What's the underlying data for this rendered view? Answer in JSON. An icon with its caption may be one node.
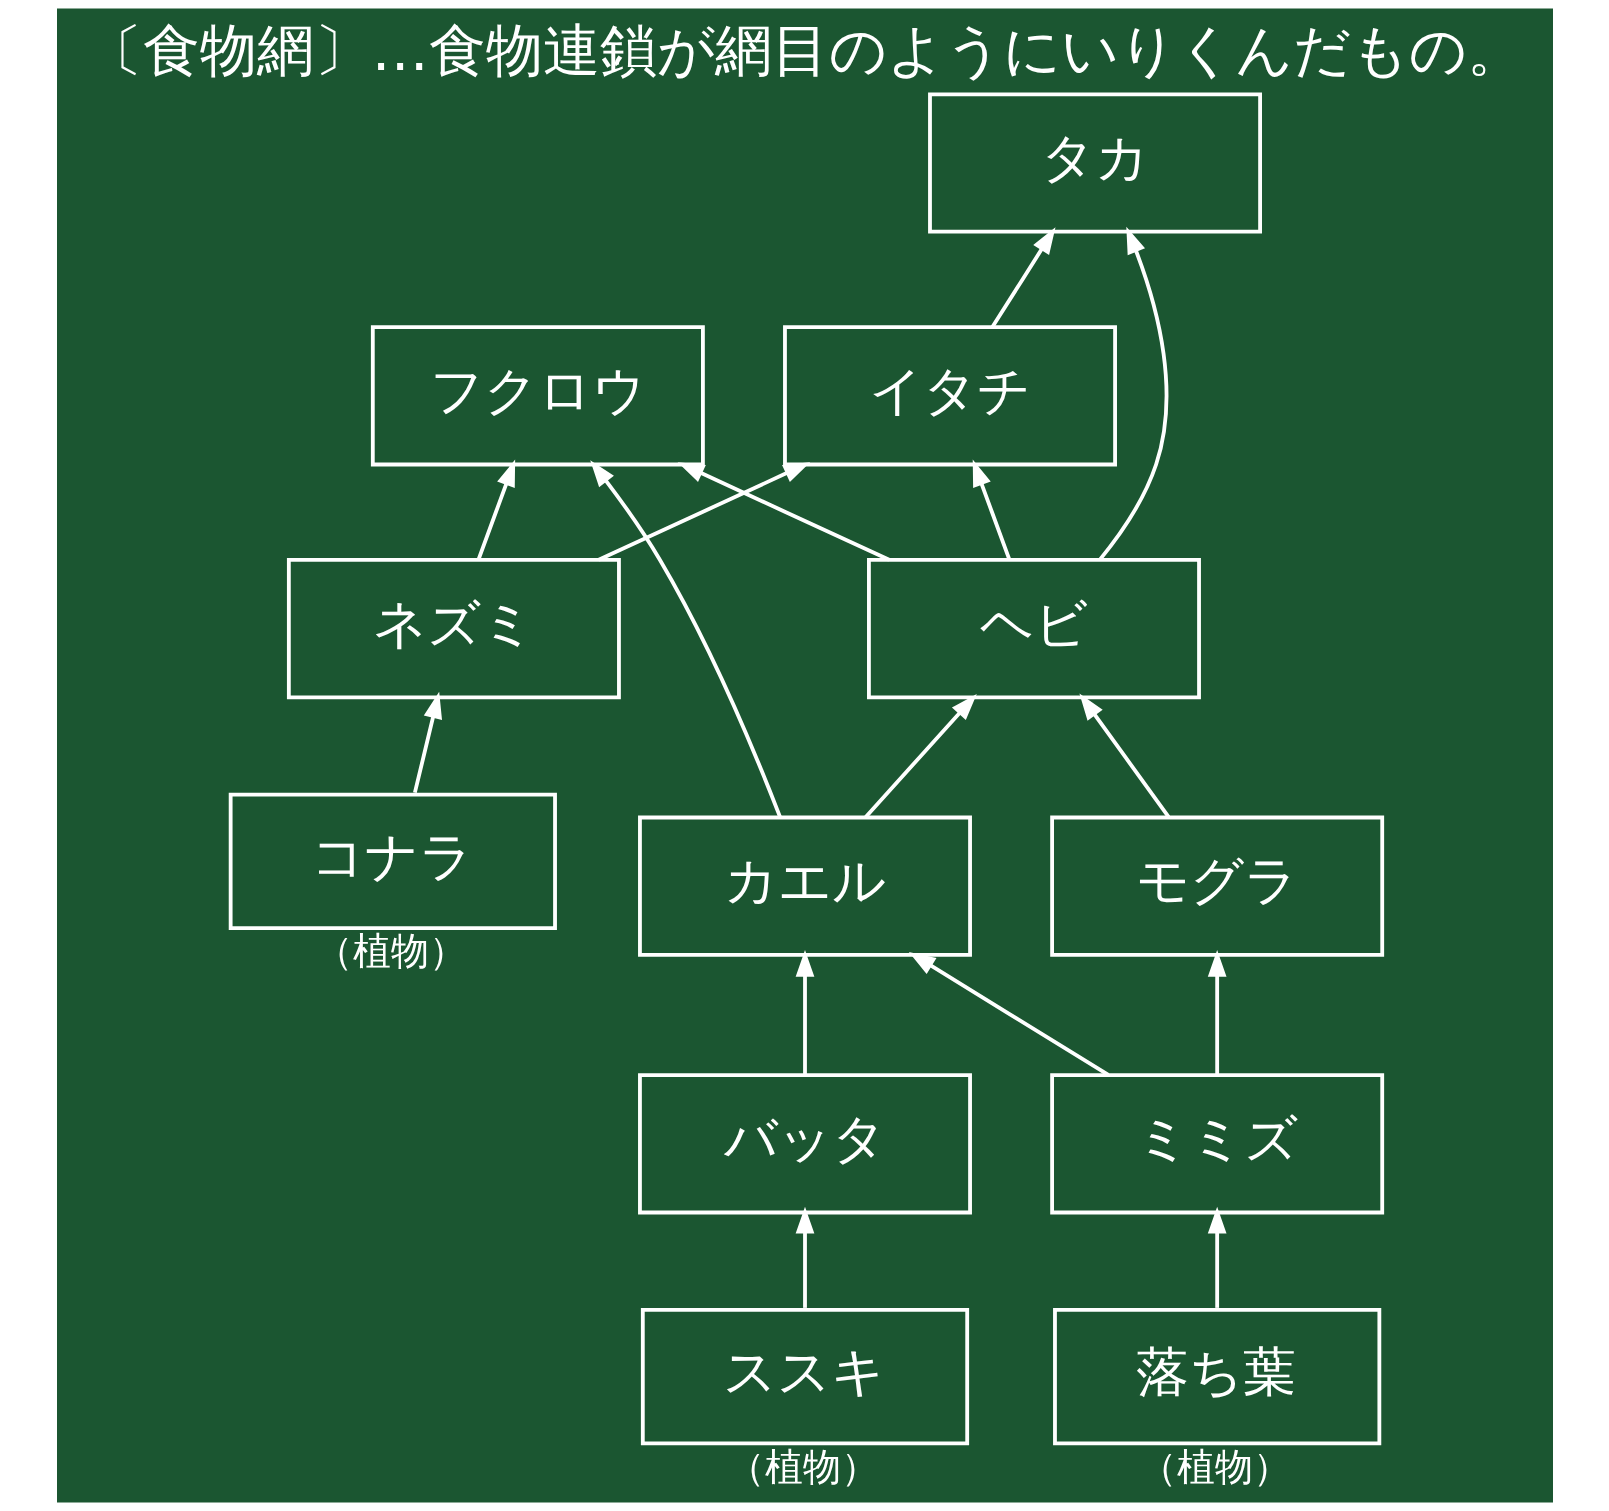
{
  "diagram": {
    "title": "〔食物網〕…食物連鎖が網目のようにいりくんだもの。",
    "nodes": [
      {
        "text": [
          "フクロウ"
        ]
      },
      {
        "text": [
          "タカ"
        ]
      },
      {
        "text": [
          "コナラ"
        ],
        "beside": [
          "（植物）"
        ]
      },
      {
        "text": [
          "イタチ"
        ]
      },
      {
        "text": [
          "ヘビ"
        ]
      },
      {
        "text": [
          "ネズミ"
        ]
      },
      {
        "text": [
          "モグラ"
        ]
      },
      {
        "text": [
          "カエル"
        ]
      },
      {
        "text": [
          "バッタ"
        ]
      },
      {
        "text": [
          "ススキ"
        ],
        "beside": [
          "（植物）"
        ]
      },
      {
        "text": [
          "落ち葉"
        ],
        "beside": [
          "（植物）"
        ]
      },
      {
        "text": [
          "ミミズ"
        ]
      }
    ],
    "edges": [
      {
        "from": 4,
        "to": 0,
        "arrow": "to"
      },
      {
        "from": 4,
        "to": 1,
        "arrow": "to"
      },
      {
        "from": 4,
        "to": 3,
        "arrow": "to"
      },
      {
        "from": 7,
        "to": 0,
        "arrow": "to"
      },
      {
        "from": 5,
        "to": 0,
        "arrow": "to"
      },
      {
        "from": 3,
        "to": 1,
        "arrow": "to"
      },
      {
        "from": 5,
        "to": 3,
        "arrow": "to"
      },
      {
        "from": 2,
        "to": 5,
        "arrow": "to"
      },
      {
        "from": 6,
        "to": 4,
        "arrow": "to"
      },
      {
        "from": 7,
        "to": 4,
        "arrow": "to"
      },
      {
        "from": 8,
        "to": 7,
        "arrow": "to"
      },
      {
        "from": 9,
        "to": 8,
        "arrow": "to"
      },
      {
        "from": 11,
        "to": 6,
        "arrow": "to"
      },
      {
        "from": 11,
        "to": 7,
        "arrow": "to"
      },
      {
        "from": 10,
        "to": 11,
        "arrow": "to"
      }
    ]
  }
}
